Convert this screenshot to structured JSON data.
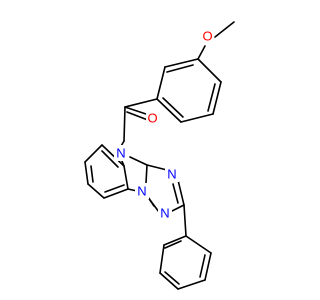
{
  "molecule": {
    "colors": {
      "bond": "#000000",
      "O": "#ff0000",
      "N": "#0000ff",
      "background": "#ffffff"
    },
    "atoms": {
      "o_methoxy": {
        "label": "O",
        "element": "O"
      },
      "o_carbonyl": {
        "label": "O",
        "element": "O"
      },
      "n_ring": {
        "label": "N",
        "element": "N"
      },
      "n_triazole_right": {
        "label": "N",
        "element": "N"
      },
      "n_triazole_bottom_left": {
        "label": "N",
        "element": "N"
      },
      "n_triazole_bottom": {
        "label": "N",
        "element": "N"
      }
    }
  }
}
